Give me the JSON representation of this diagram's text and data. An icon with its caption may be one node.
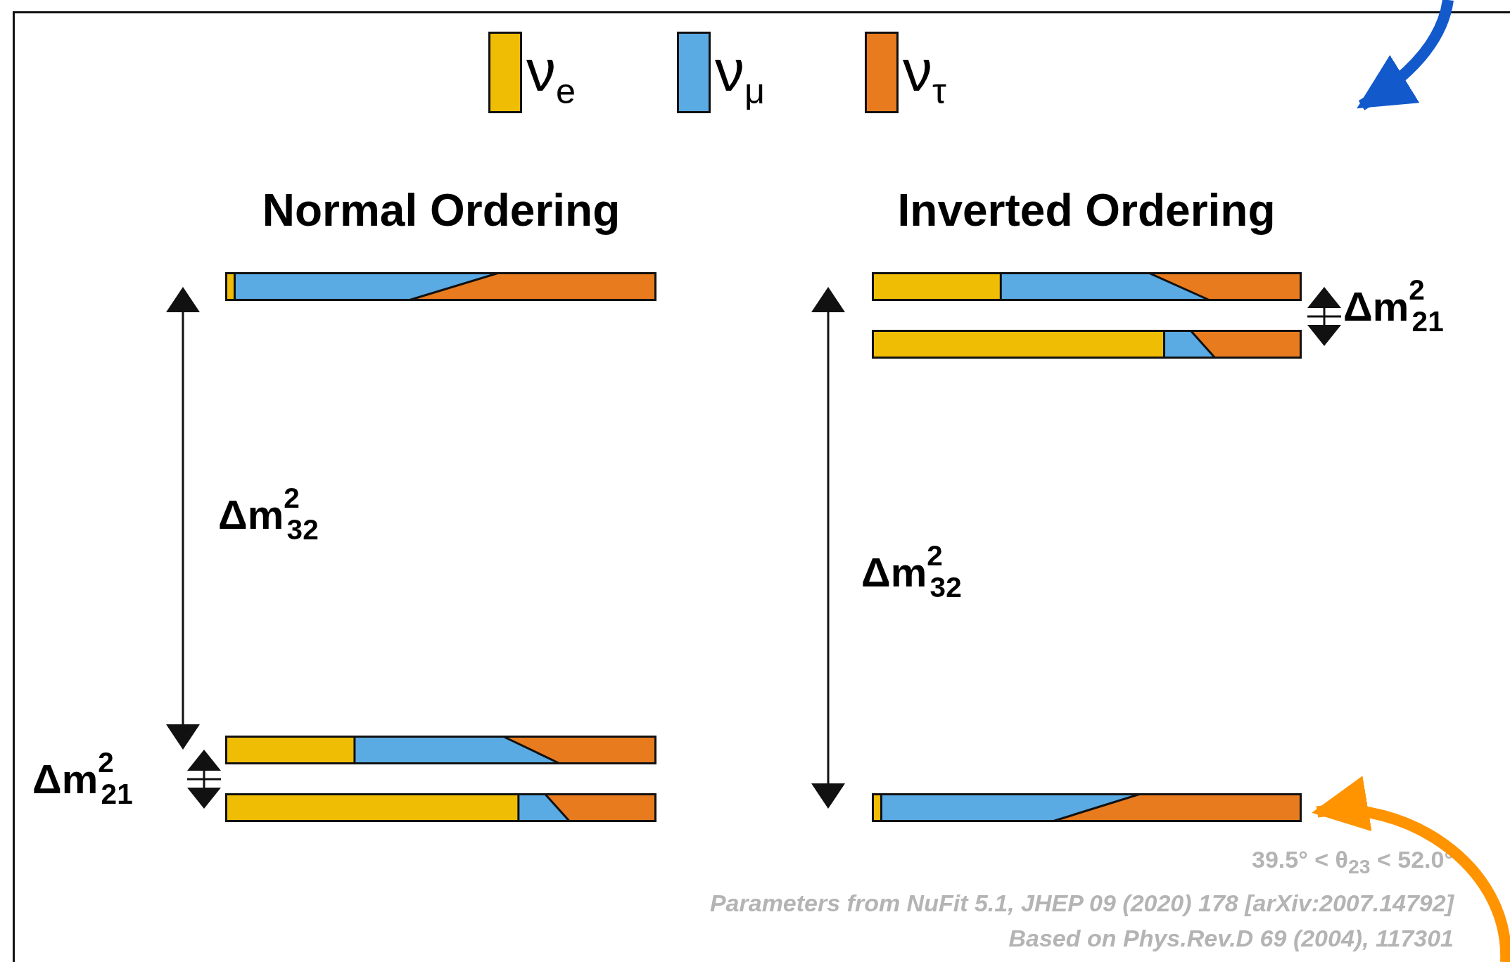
{
  "diagram": {
    "nodes": [
      {
        "text": [],
        "shape": "bar"
      },
      {
        "text": [],
        "shape": "bar"
      },
      {
        "text": [],
        "shape": "bar"
      },
      {
        "text": [],
        "shape": "bar"
      },
      {
        "text": [],
        "shape": "bar"
      },
      {
        "text": [],
        "shape": "bar"
      }
    ],
    "edges": [
      {
        "from": null,
        "to": 5,
        "arrow": "to",
        "color": "#ff9400"
      }
    ],
    "labels": [
      "Normal Ordering",
      "Inverted Ordering",
      "Δm$^{2}$$_{21}$",
      "Δm$^{2}$$_{32}$",
      "Δm$^{2}$$_{32}$",
      "Δm$^{2}$$_{21}$",
      "39.5° < θ$_{23}$ < 52.0°",
      "Parameters from NuFit 5.1,  JHEP 09 (2020) 178 [arXiv:2007.14792]",
      "Based on Phys.Rev.D 69 (2004), 117301"
    ],
    "legend": [
      {
        "text": "ν$_{e}$",
        "color": "#f0bd05"
      },
      {
        "text": "ν$_{μ}$",
        "color": "#5aaae3"
      },
      {
        "text": "ν$_{τ}$",
        "color": "#e87b1e"
      }
    ]
  }
}
